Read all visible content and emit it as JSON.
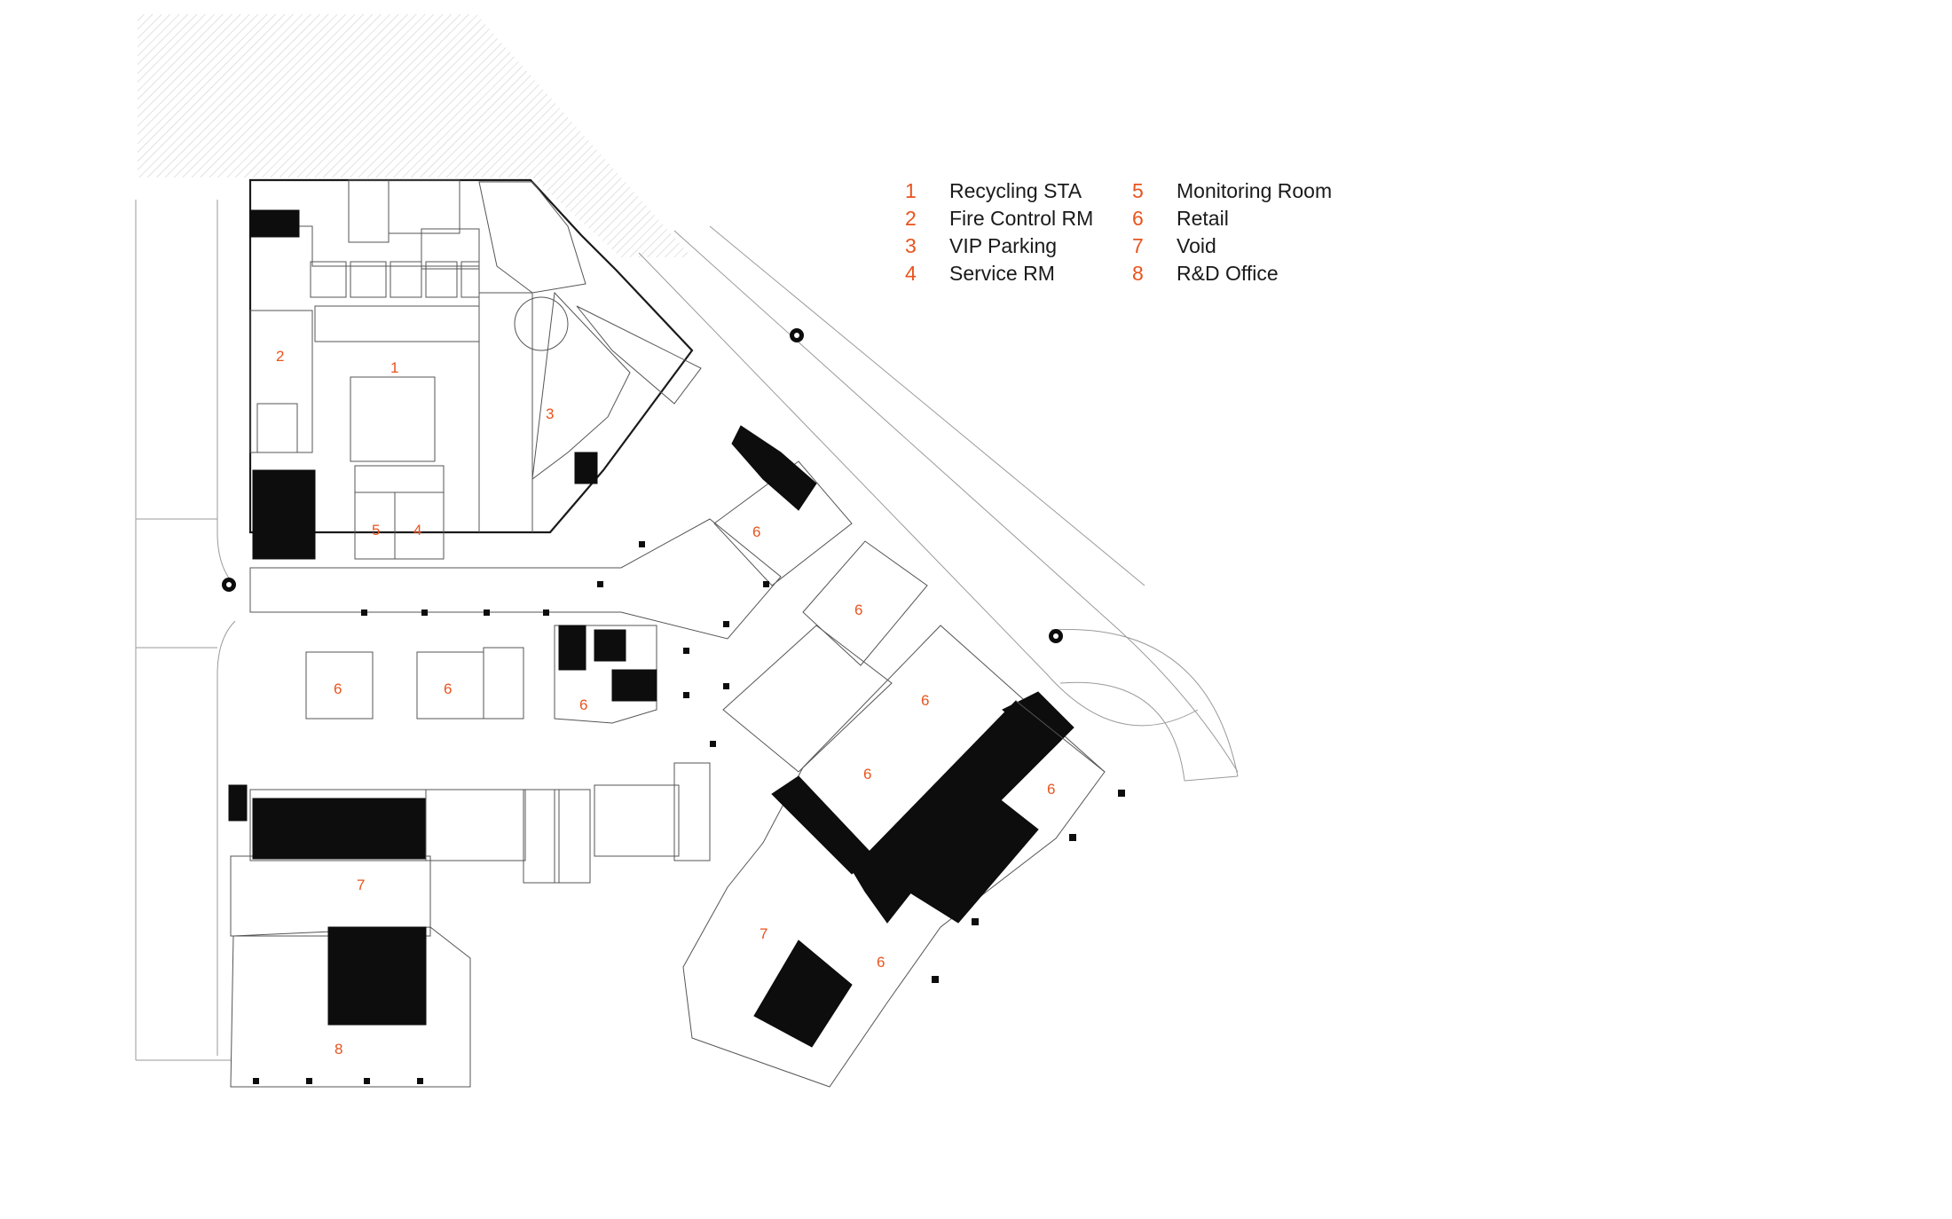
{
  "legend": {
    "items": [
      {
        "num": "1",
        "label": "Recycling STA"
      },
      {
        "num": "2",
        "label": "Fire Control RM"
      },
      {
        "num": "3",
        "label": "VIP Parking"
      },
      {
        "num": "4",
        "label": "Service RM"
      },
      {
        "num": "5",
        "label": "Monitoring Room"
      },
      {
        "num": "6",
        "label": "Retail"
      },
      {
        "num": "7",
        "label": "Void"
      },
      {
        "num": "8",
        "label": "R&D Office"
      }
    ]
  },
  "plan": {
    "accent_color": "#e8541e",
    "room_labels": [
      "1",
      "2",
      "3",
      "4",
      "5",
      "6",
      "6",
      "6",
      "6",
      "6",
      "6",
      "6",
      "6",
      "6",
      "7",
      "7",
      "8"
    ]
  }
}
